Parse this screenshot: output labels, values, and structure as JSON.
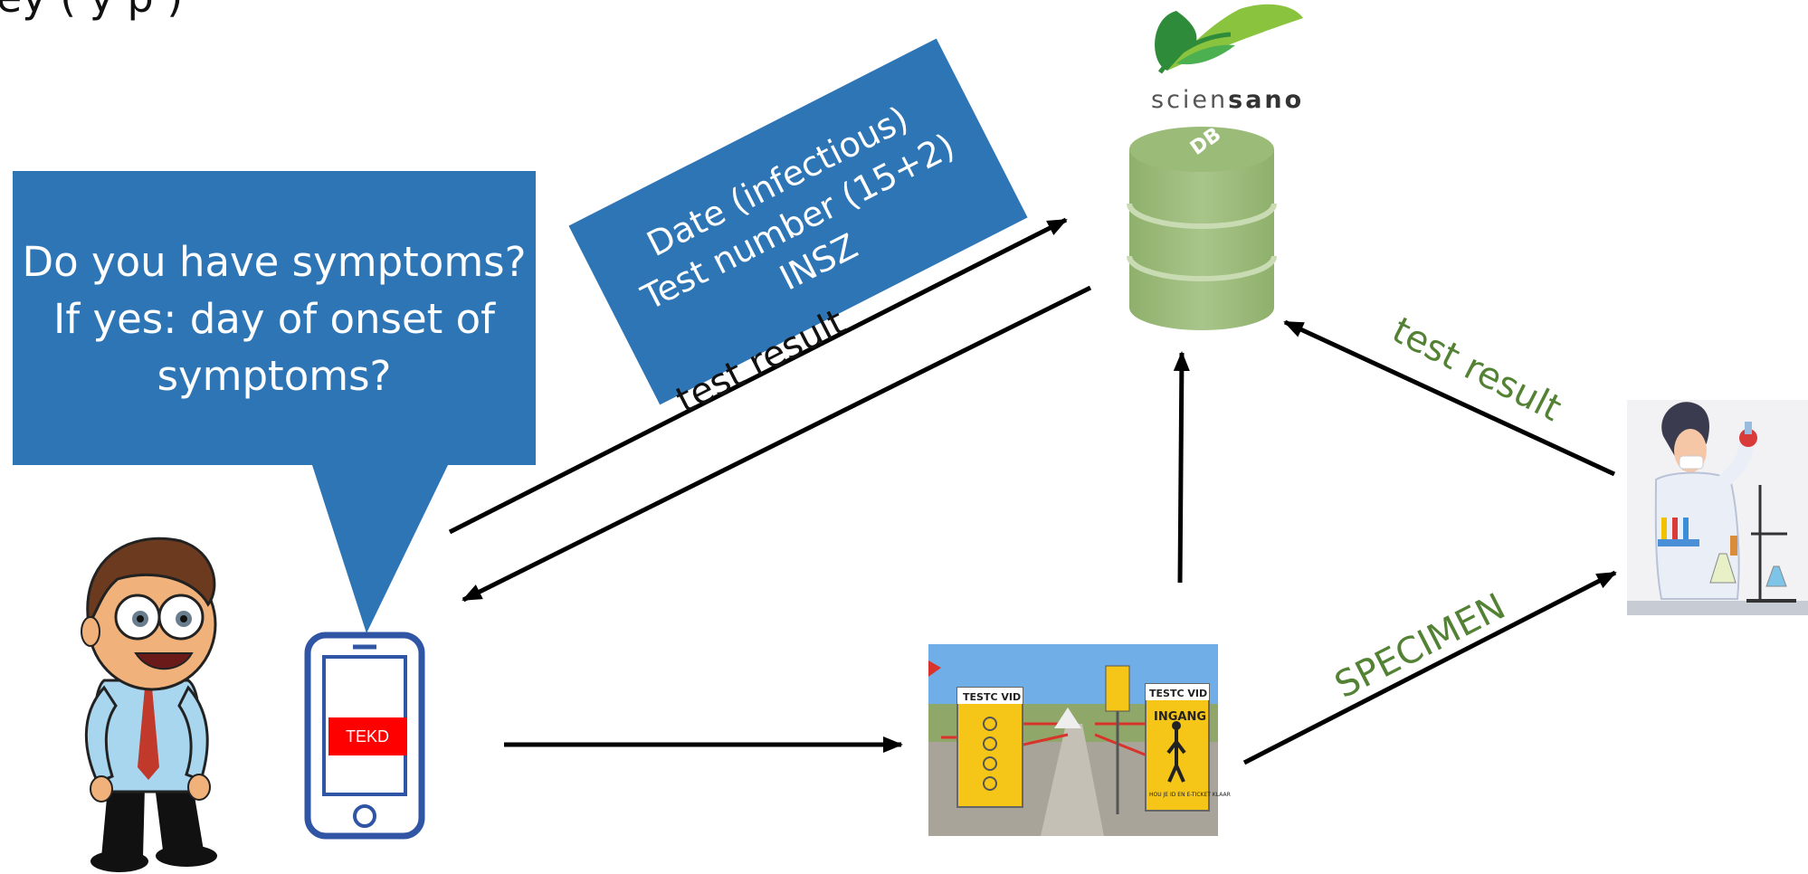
{
  "header_fragment": "ey       (      y  p        )",
  "speech_bubble": {
    "lines": [
      "Do you have symptoms?",
      "If yes: day of onset of",
      "symptoms?"
    ]
  },
  "data_box": {
    "lines": [
      "Date (infectious)",
      "Test number (15+2)",
      "INSZ"
    ]
  },
  "arrow_labels": {
    "phone_result": "test result",
    "lab_result": "test result",
    "specimen": "SPECIMEN"
  },
  "phone": {
    "screen_label": "TEKD"
  },
  "logo": {
    "text_light": "scien",
    "text_bold": "sano"
  },
  "database": {
    "label": "DB"
  },
  "test_site": {
    "sign_left": "TESTC  VID",
    "sign_right_title": "TESTC  VID",
    "sign_right_word": "INGANG",
    "sign_right_note": "HOU JE ID EN E-TICKET KLAAR"
  },
  "colors": {
    "bubble_blue": "#2e75b6",
    "db_green": "#9bbb78",
    "label_green": "#548235",
    "phone_blue": "#2f55a4",
    "red": "#ff0000"
  }
}
